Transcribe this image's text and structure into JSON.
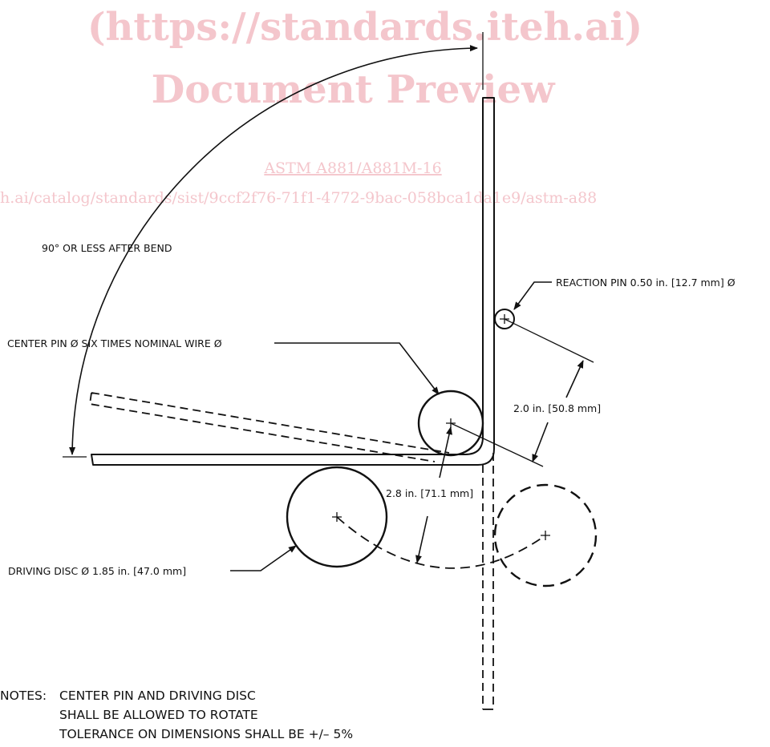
{
  "watermark": {
    "line1": "(https://standards.iteh.ai)",
    "line2": "Document Preview",
    "line3": "ASTM A881/A881M-16",
    "line4": "h.ai/catalog/standards/sist/9ccf2f76-71f1-4772-9bac-058bca1da1e9/astm-a88"
  },
  "labels": {
    "angle": "90° OR LESS AFTER BEND",
    "reaction_pin": "REACTION PIN 0.50 in. [12.7 mm] Ø",
    "center_pin": "CENTER PIN Ø SIX TIMES NOMINAL WIRE Ø",
    "dim_reaction": "2.0 in. [50.8 mm]",
    "dim_disc": "2.8 in. [71.1 mm]",
    "driving_disc": "DRIVING DISC Ø 1.85 in. [47.0 mm]"
  },
  "notes": {
    "prefix": "NOTES:",
    "line1": "CENTER PIN AND DRIVING DISC",
    "line2": "SHALL BE ALLOWED TO ROTATE",
    "line3": "TOLERANCE ON DIMENSIONS SHALL BE +/– 5%"
  }
}
